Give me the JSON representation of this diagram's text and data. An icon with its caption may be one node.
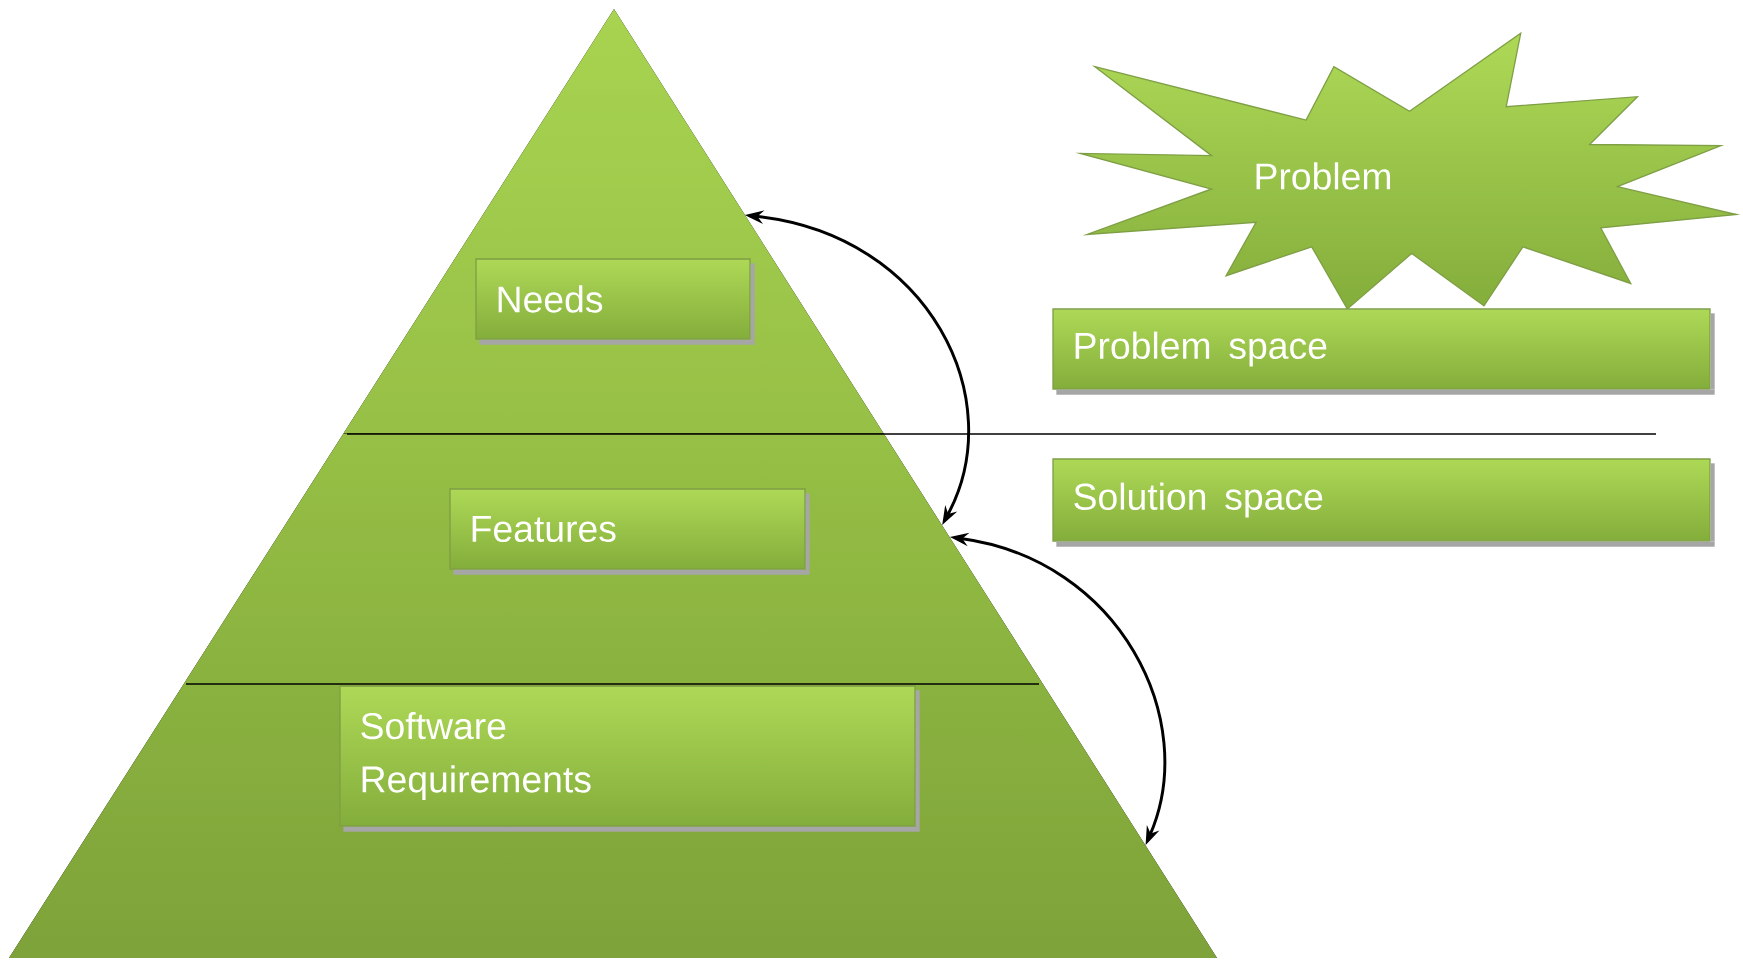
{
  "diagram": {
    "nodes": [
      {
        "text": [],
        "shape": "triangle"
      },
      {
        "text": [
          "Needs"
        ],
        "in": 0
      },
      {
        "text": [],
        "shape": "band"
      },
      {
        "text": [
          "Features"
        ],
        "in": 2
      },
      {
        "text": [],
        "shape": "band"
      },
      {
        "text": [
          "Software Requirements"
        ],
        "in": 4
      },
      {
        "text": [
          "Problem"
        ]
      },
      {
        "text": [
          "Problem space"
        ]
      },
      {
        "text": [
          "Solution space"
        ]
      }
    ],
    "edges": [
      {
        "from": 0,
        "to": 2,
        "arrow": "both"
      },
      {
        "from": 2,
        "to": 4,
        "arrow": "both"
      }
    ]
  }
}
